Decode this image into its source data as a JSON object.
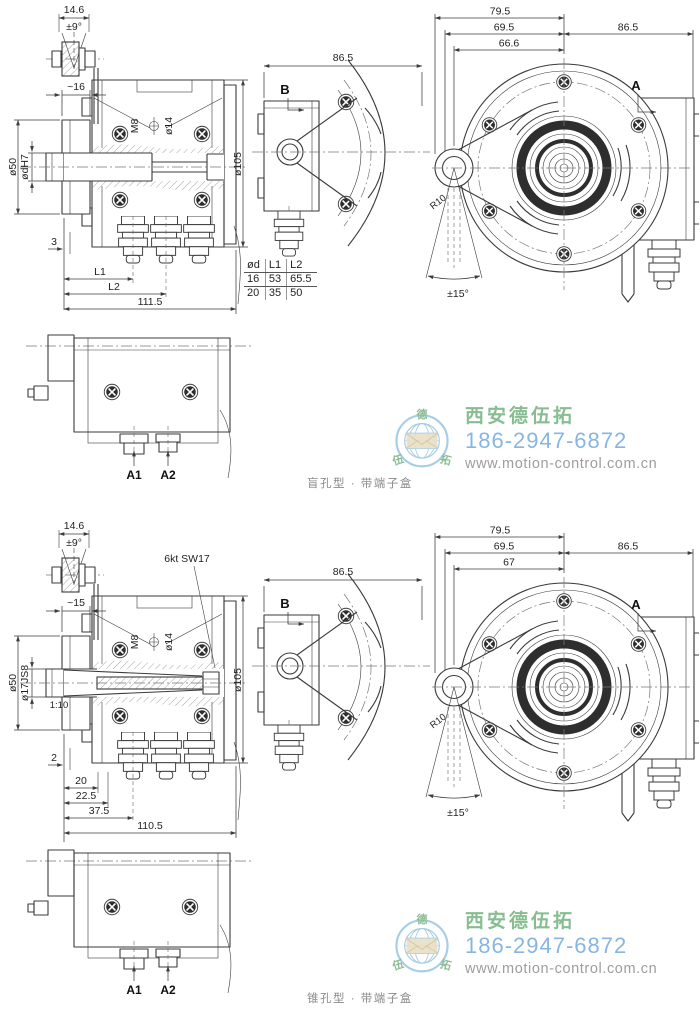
{
  "drawing": {
    "bg_color": "#ffffff",
    "line_color": "#3b3b3b"
  },
  "watermark": {
    "company": "西安德伍拓",
    "phone": "186-2947-6872",
    "website": "www.motion-control.com.cn",
    "company_color": "#87bd90",
    "phone_color": "#86b6e1",
    "website_color": "#9d9d9d",
    "logo_ring_color": "#a6cfe6",
    "logo_char_color": "#8cbb93",
    "logo_envelope_color": "#e9dfc7",
    "char_top": "德",
    "char_left": "伍",
    "char_right": "拓"
  },
  "sections": [
    {
      "caption": "盲孔型 · 带端子盒",
      "side_view": {
        "clamp_width": "14.6",
        "clamp_angle": "±9°",
        "flange_len": "~16",
        "flange_dia": "ø50",
        "shaft_dia": "ødH7",
        "screw_label": "M8",
        "pin_label": "ø14",
        "body_dia": "ø105",
        "face_offset": "3",
        "sub_dims": [
          "L1",
          "L2"
        ],
        "total_len": "111.5"
      },
      "dim_table": {
        "headers": [
          "ød",
          "L1",
          "L2"
        ],
        "rows": [
          [
            "16",
            "53",
            "65.5"
          ],
          [
            "20",
            "35",
            "50"
          ]
        ]
      },
      "box_view": {
        "width": "86.5",
        "label": "B"
      },
      "front_view": {
        "dim_outer": "79.5",
        "dim_mid": "69.5",
        "dim_inner": "66.6",
        "dim_right": "86.5",
        "label": "A",
        "lug_radius": "R10",
        "swing": "±15°"
      },
      "bottom_view": {
        "ports": [
          "A1",
          "A2"
        ]
      }
    },
    {
      "caption": "锥孔型 · 带端子盒",
      "side_view": {
        "clamp_width": "14.6",
        "clamp_angle": "±9°",
        "hex_label": "6kt SW17",
        "flange_len": "~15",
        "flange_dia": "ø50",
        "shaft_dia": "ø17JS8",
        "taper_ratio": "1:10",
        "screw_label": "M8",
        "pin_label": "ø14",
        "body_dia": "ø105",
        "face_offset": "2",
        "sub_dims": [
          "20",
          "22.5",
          "37.5"
        ],
        "total_len": "110.5"
      },
      "box_view": {
        "width": "86.5",
        "label": "B"
      },
      "front_view": {
        "dim_outer": "79.5",
        "dim_mid": "69.5",
        "dim_inner": "67",
        "dim_right": "86.5",
        "label": "A",
        "lug_radius": "R10",
        "swing": "±15°"
      },
      "bottom_view": {
        "ports": [
          "A1",
          "A2"
        ]
      }
    }
  ]
}
